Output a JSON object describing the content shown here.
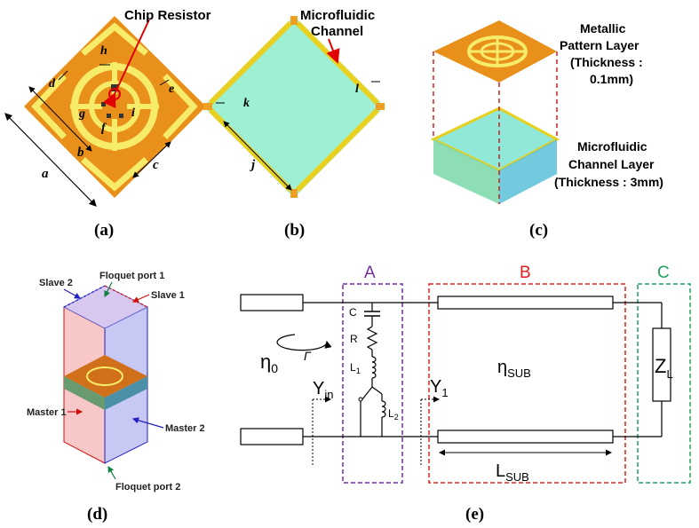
{
  "captions": [
    "(a)",
    "(b)",
    "(c)",
    "(d)",
    "(e)"
  ],
  "panel_a": {
    "callout": "Chip Resistor",
    "dims": {
      "a": "a",
      "b": "b",
      "c": "c",
      "d": "d",
      "e": "e",
      "f": "f",
      "g": "g",
      "h": "h",
      "i": "i"
    }
  },
  "panel_b": {
    "callout": [
      "Microfluidic",
      "Channel"
    ],
    "dims": {
      "j": "j",
      "k": "k",
      "l": "l"
    }
  },
  "panel_c": {
    "top_label": [
      "Metallic",
      "Pattern Layer",
      "(Thickness :",
      "0.1mm)"
    ],
    "bottom_label": [
      "Microfluidic",
      "Channel Layer",
      "(Thickness : 3mm)"
    ]
  },
  "panel_d": {
    "floquet1": "Floquet port 1",
    "floquet2": "Floquet port 2",
    "slave1": "Slave 1",
    "slave2": "Slave 2",
    "master1": "Master 1",
    "master2": "Master 2"
  },
  "panel_e": {
    "sections": {
      "A": "A",
      "B": "B",
      "C": "C"
    },
    "colors": {
      "A": "#7030a0",
      "B": "#e02020",
      "C": "#20a060"
    },
    "eta0": "η",
    "eta0_sub": "0",
    "gamma": "Γ",
    "yin": "Y",
    "yin_sub": "in",
    "y1": "Y",
    "y1_sub": "1",
    "C": "C",
    "R": "R",
    "L1": "L",
    "L1_sub": "1",
    "L2": "L",
    "L2_sub": "2",
    "eta_sub": "η",
    "eta_sub_sub": "SUB",
    "zl": "Z",
    "zl_sub": "L",
    "lsub": "L",
    "lsub_sub": "SUB"
  }
}
